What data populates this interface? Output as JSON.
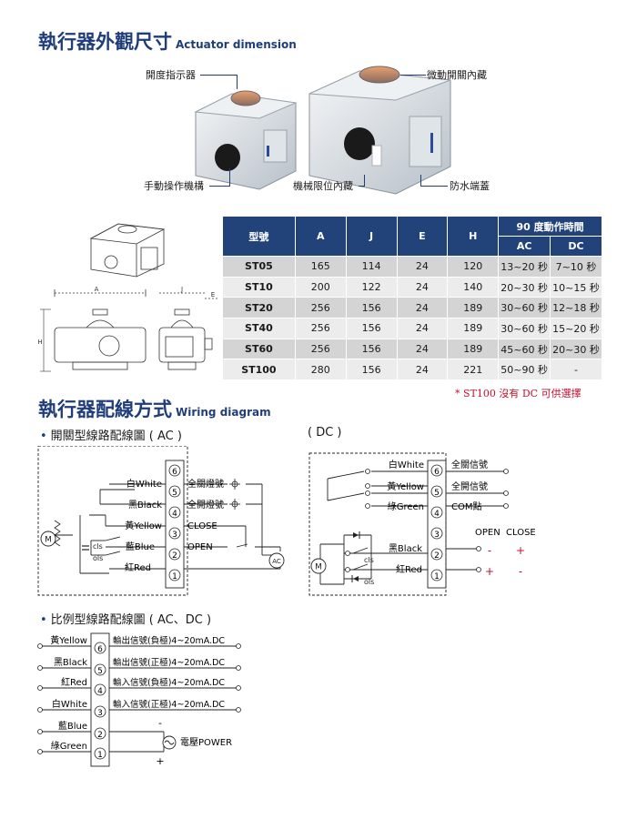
{
  "dimension_section": {
    "title_zh": "執行器外觀尺寸",
    "title_en": "Actuator dimension",
    "callouts": {
      "open_indicator": "開度指示器",
      "micro_switch": "微動開關內藏",
      "manual_mechanism": "手動操作機構",
      "mechanical_limit": "機械限位內藏",
      "waterproof_terminal": "防水端蓋"
    },
    "drawing_labels": {
      "a": "A",
      "j": "J",
      "e": "E",
      "h": "H"
    }
  },
  "spec_table": {
    "headers": {
      "model": "型號",
      "a": "A",
      "j": "J",
      "e": "E",
      "h": "H",
      "time_group": "90 度動作時間",
      "ac": "AC",
      "dc": "DC"
    },
    "rows": [
      {
        "model": "ST05",
        "a": "165",
        "j": "114",
        "e": "24",
        "h": "120",
        "ac": "13~20 秒",
        "dc": "7~10 秒"
      },
      {
        "model": "ST10",
        "a": "200",
        "j": "122",
        "e": "24",
        "h": "140",
        "ac": "20~30 秒",
        "dc": "10~15 秒"
      },
      {
        "model": "ST20",
        "a": "256",
        "j": "156",
        "e": "24",
        "h": "189",
        "ac": "30~60 秒",
        "dc": "12~18 秒"
      },
      {
        "model": "ST40",
        "a": "256",
        "j": "156",
        "e": "24",
        "h": "189",
        "ac": "30~60 秒",
        "dc": "15~20 秒"
      },
      {
        "model": "ST60",
        "a": "256",
        "j": "156",
        "e": "24",
        "h": "189",
        "ac": "45~60 秒",
        "dc": "20~30 秒"
      },
      {
        "model": "ST100",
        "a": "280",
        "j": "156",
        "e": "24",
        "h": "221",
        "ac": "50~90 秒",
        "dc": "-"
      }
    ],
    "note": "* ST100 沒有 DC 可供選擇"
  },
  "wiring_section": {
    "title_zh": "執行器配線方式",
    "title_en": "Wiring diagram",
    "ac": {
      "title": "開關型線路配線圖 ( AC )",
      "terminals": [
        "6",
        "5",
        "4",
        "3",
        "2",
        "1"
      ],
      "wires": {
        "white": "白White",
        "black": "黑Black",
        "yellow": "黃Yellow",
        "blue": "藍Blue",
        "red": "紅Red"
      },
      "signals": {
        "fully_closed_lamp": "全關燈號",
        "fully_open_lamp": "全開燈號",
        "close": "CLOSE",
        "open": "OPEN"
      },
      "components": {
        "motor": "M",
        "cls": "cls",
        "ols": "ols",
        "ac_source": "AC"
      }
    },
    "dc": {
      "title": "( DC )",
      "terminals": [
        "6",
        "5",
        "4",
        "3",
        "2",
        "1"
      ],
      "wires": {
        "white": "白White",
        "yellow": "黃Yellow",
        "green": "綠Green",
        "black": "黑Black",
        "red": "紅Red"
      },
      "signals": {
        "fully_closed_signal": "全關信號",
        "fully_open_signal": "全開信號",
        "com": "COM點",
        "open": "OPEN",
        "close": "CLOSE"
      },
      "polarity": {
        "row2_open": "-",
        "row2_close": "+",
        "row1_open": "+",
        "row1_close": "-"
      },
      "components": {
        "motor": "M",
        "cls": "cls",
        "ols": "ols"
      }
    },
    "proportional": {
      "title": "比例型線路配線圖 ( AC、DC )",
      "terminals": [
        "6",
        "5",
        "4",
        "3",
        "2",
        "1"
      ],
      "wires": {
        "yellow": "黃Yellow",
        "black": "黑Black",
        "red": "紅Red",
        "white": "白White",
        "blue": "藍Blue",
        "green": "綠Green"
      },
      "signals": {
        "out_neg": "輸出信號(負極)4~20mA.DC",
        "out_pos": "輸出信號(正極)4~20mA.DC",
        "in_neg": "輸入信號(負極)4~20mA.DC",
        "in_pos": "輸入信號(正極)4~20mA.DC",
        "power": "電壓POWER",
        "minus": "-",
        "plus": "+"
      }
    }
  },
  "colors": {
    "title_blue": "#1f3d7a",
    "table_header": "#22427a",
    "note_red": "#c8102e"
  }
}
